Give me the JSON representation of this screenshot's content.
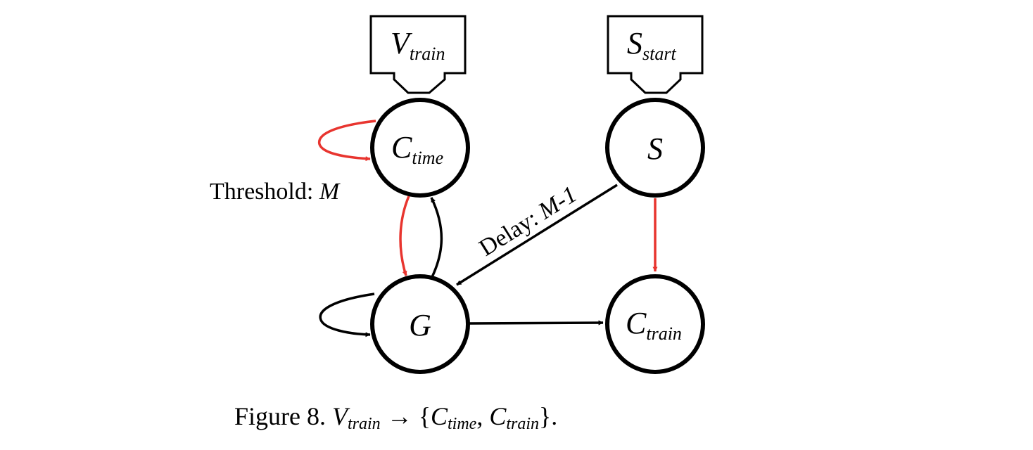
{
  "input_boxes": [
    {
      "id": "v-train",
      "main": "V",
      "sub": "train"
    },
    {
      "id": "s-start",
      "main": "S",
      "sub": "start"
    }
  ],
  "nodes": [
    {
      "id": "c-time",
      "main": "C",
      "sub": "time"
    },
    {
      "id": "s",
      "main": "S",
      "sub": ""
    },
    {
      "id": "g",
      "main": "G",
      "sub": ""
    },
    {
      "id": "c-train",
      "main": "C",
      "sub": "train"
    }
  ],
  "edges": [
    {
      "from": "c-time",
      "to": "c-time",
      "color": "red"
    },
    {
      "from": "c-time",
      "to": "g",
      "color": "red"
    },
    {
      "from": "g",
      "to": "c-time",
      "color": "black"
    },
    {
      "from": "g",
      "to": "g",
      "color": "black"
    },
    {
      "from": "s",
      "to": "g",
      "color": "black"
    },
    {
      "from": "g",
      "to": "c-train",
      "color": "black"
    },
    {
      "from": "s",
      "to": "c-train",
      "color": "red"
    }
  ],
  "labels": {
    "threshold_prefix": "Threshold: ",
    "threshold_var": "M",
    "delay_prefix": "Delay: ",
    "delay_var": "M-1"
  },
  "caption": {
    "prefix": "Figure 8. ",
    "v_main": "V",
    "v_sub": "train",
    "arrow": " → {",
    "c1_main": "C",
    "c1_sub": "time",
    "sep": ", ",
    "c2_main": "C",
    "c2_sub": "train",
    "suffix": "}."
  },
  "colors": {
    "red_edge": "#e8352f",
    "black_edge": "#000000"
  }
}
